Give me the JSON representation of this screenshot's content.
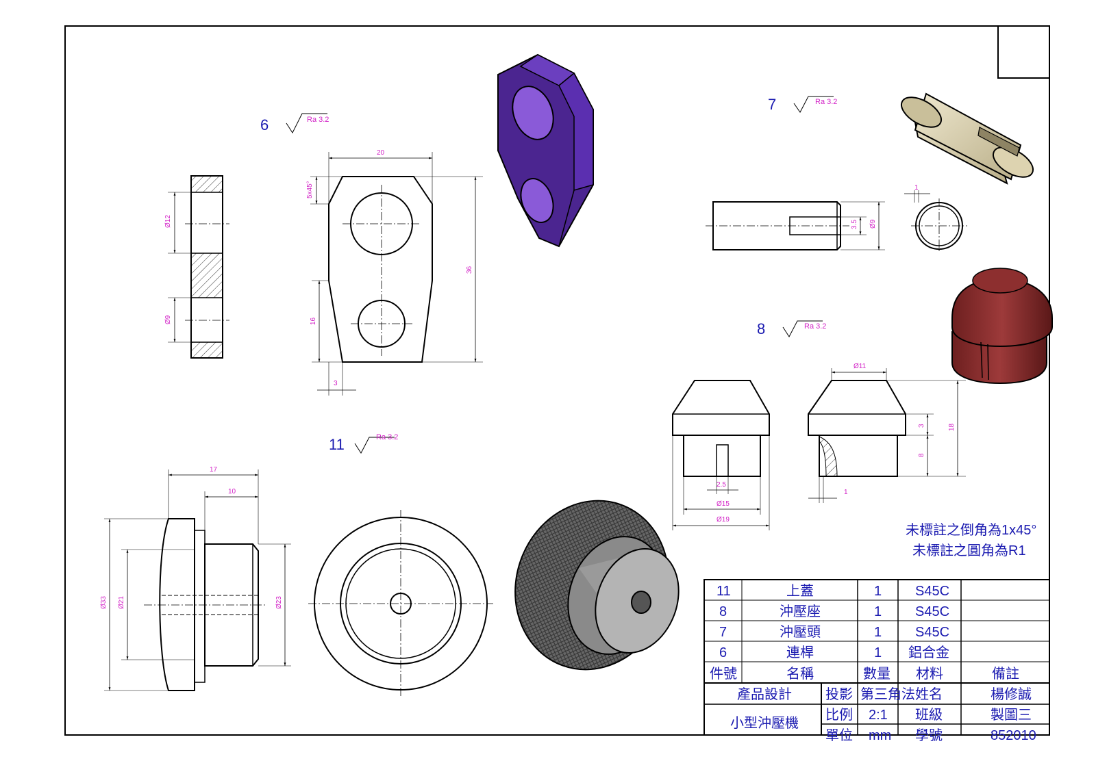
{
  "parts": {
    "p6": {
      "number": "6",
      "roughness": "Ra 3.2",
      "dims": {
        "width": "20",
        "chamfer": "5x45°",
        "height": "36",
        "lower": "16",
        "offset": "3",
        "hole_large": "Ø12",
        "hole_small": "Ø9"
      }
    },
    "p7": {
      "number": "7",
      "roughness": "Ra 3.2",
      "dims": {
        "slot_w": "1",
        "slot": "3.5",
        "dia": "Ø9"
      }
    },
    "p8": {
      "number": "8",
      "roughness": "Ra 3.2",
      "dims": {
        "top": "Ø11",
        "h3": "3",
        "h8": "8",
        "h18": "18",
        "slot": "2.5",
        "d15": "Ø15",
        "d19": "Ø19",
        "w1": "1"
      }
    },
    "p11": {
      "number": "11",
      "roughness": "Ra 3.2",
      "dims": {
        "len17": "17",
        "len10": "10",
        "d33": "Ø33",
        "d21": "Ø21",
        "d23": "Ø23"
      }
    }
  },
  "notes": {
    "chamfer": "未標註之倒角為1x45°",
    "fillet": "未標註之圓角為R1"
  },
  "bom": {
    "rows": [
      {
        "no": "11",
        "name": "上蓋",
        "qty": "1",
        "material": "S45C",
        "remark": ""
      },
      {
        "no": "8",
        "name": "沖壓座",
        "qty": "1",
        "material": "S45C",
        "remark": ""
      },
      {
        "no": "7",
        "name": "沖壓頭",
        "qty": "1",
        "material": "S45C",
        "remark": ""
      },
      {
        "no": "6",
        "name": "連桿",
        "qty": "1",
        "material": "鋁合金",
        "remark": ""
      }
    ],
    "header": {
      "no": "件號",
      "name": "名稱",
      "qty": "數量",
      "material": "材料",
      "remark": "備註"
    }
  },
  "title_block": {
    "course": "產品設計",
    "project": "小型沖壓機",
    "projection_label": "投影",
    "projection": "第三角法",
    "scale_label": "比例",
    "scale": "2:1",
    "unit_label": "單位",
    "unit": "mm",
    "name_label": "姓名",
    "name": "楊修誠",
    "class_label": "班級",
    "class": "製圖三",
    "id_label": "學號",
    "id": "852010"
  },
  "colors": {
    "line": "#000000",
    "dim": "#d21fc6",
    "label": "#1a1ab0",
    "part6": "#5b2ca8",
    "part7": "#d8cfae",
    "part8": "#8a2a2a",
    "part11": "#777777"
  }
}
